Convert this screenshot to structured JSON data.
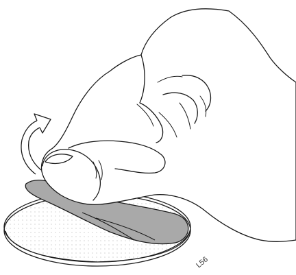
{
  "figure": {
    "code": "L56"
  },
  "colors": {
    "stroke": "#1a1a1a",
    "liner_fill": "#a9a9a9",
    "pad_fill": "#ffffff",
    "dots": "#9a9a9a",
    "background": "#ffffff"
  },
  "icons": {
    "arrow": "curved-arrow-up-left",
    "hand": "hand-pinching",
    "pad": "adhesive-disc"
  }
}
